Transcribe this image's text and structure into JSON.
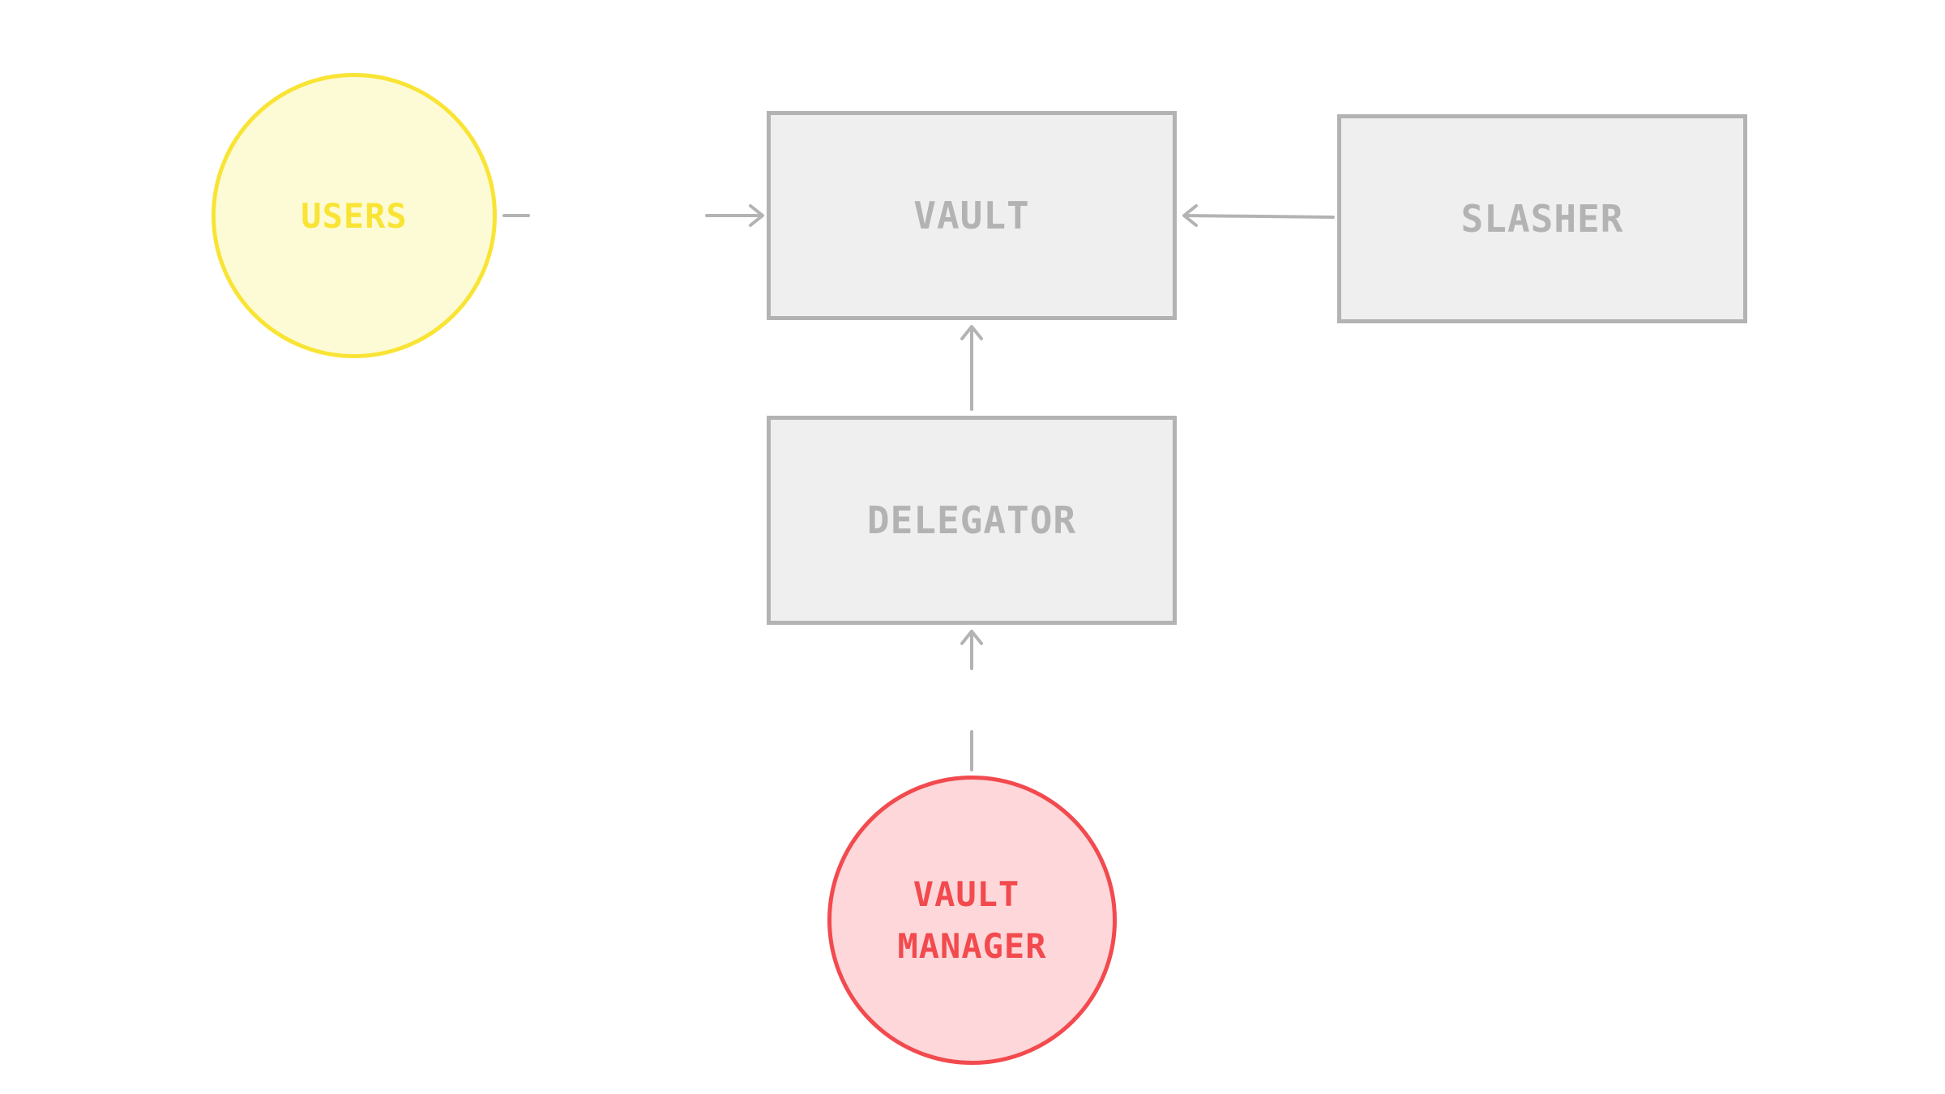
{
  "colors": {
    "box_fill": "#efefef",
    "box_stroke": "#b3b3b3",
    "users_fill": "#fdfbd6",
    "users_stroke": "#f9e435",
    "manager_fill": "#fdd7d9",
    "manager_stroke": "#f24a4e",
    "connector": "#b3b3b3"
  },
  "nodes": {
    "users": {
      "label": "USERS",
      "shape": "circle"
    },
    "vault": {
      "label": "VAULT",
      "shape": "rectangle"
    },
    "slasher": {
      "label": "SLASHER",
      "shape": "rectangle"
    },
    "delegator": {
      "label": "DELEGATOR",
      "shape": "rectangle"
    },
    "vault_manager": {
      "label_line1": "VAULT",
      "label_line2": "MANAGER",
      "shape": "circle"
    }
  },
  "edges": [
    {
      "from": "users",
      "to": "vault",
      "style": "dashed-gap",
      "arrow": "end"
    },
    {
      "from": "slasher",
      "to": "vault",
      "style": "solid",
      "arrow": "end"
    },
    {
      "from": "delegator",
      "to": "vault",
      "style": "solid",
      "arrow": "end"
    },
    {
      "from": "vault_manager",
      "to": "delegator",
      "style": "dashed-gap",
      "arrow": "end"
    }
  ]
}
